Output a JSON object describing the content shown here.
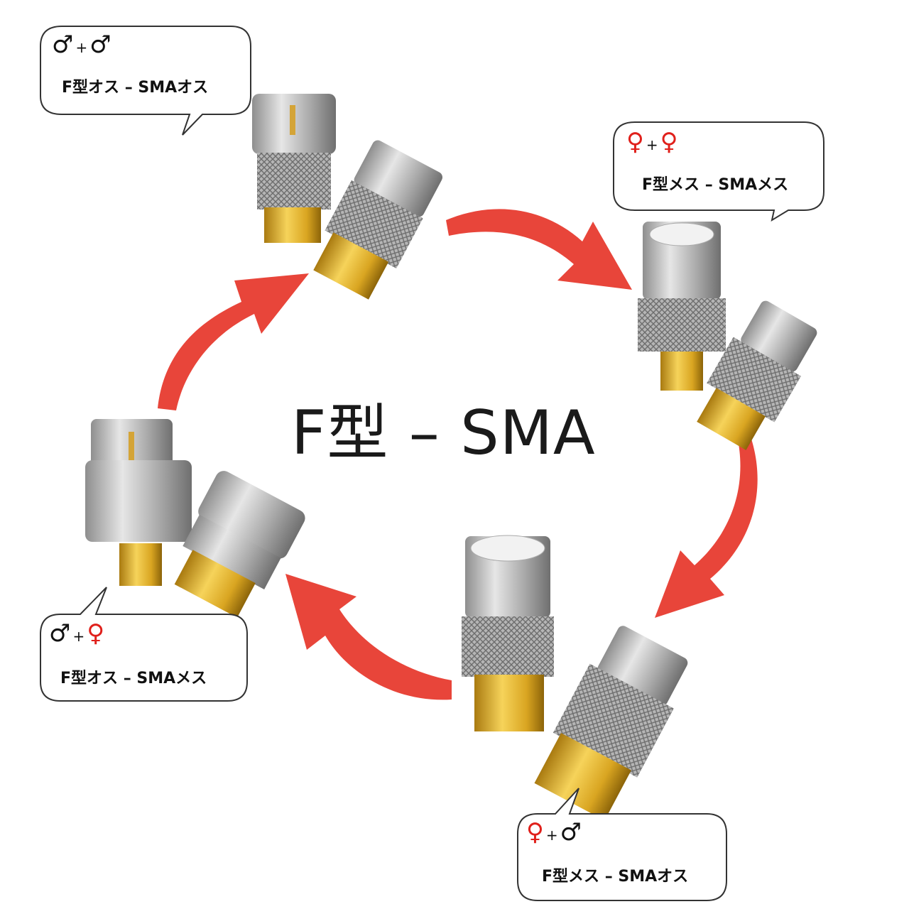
{
  "title": "F型 – SMA",
  "colors": {
    "arrow": "#e8453a",
    "female_symbol": "#e0201b",
    "male_symbol": "#111111",
    "bubble_border": "#333333",
    "gold": "#d9a521",
    "silver": "#b9b9b9"
  },
  "bubbles": [
    {
      "id": "male-male",
      "sym1": "♂",
      "sym2": "♂",
      "plus": "+",
      "label": "F型オス – SMAオス"
    },
    {
      "id": "female-female",
      "sym1": "♀",
      "sym2": "♀",
      "plus": "+",
      "label": "F型メス – SMAメス"
    },
    {
      "id": "male-female",
      "sym1": "♂",
      "sym2": "♀",
      "plus": "+",
      "label": "F型オス – SMAメス"
    },
    {
      "id": "female-male",
      "sym1": "♀",
      "sym2": "♂",
      "plus": "+",
      "label": "F型メス – SMAオス"
    }
  ],
  "icons": {
    "arrows": "curved-arrow-icon",
    "connectors": "rf-adapter-icon"
  }
}
